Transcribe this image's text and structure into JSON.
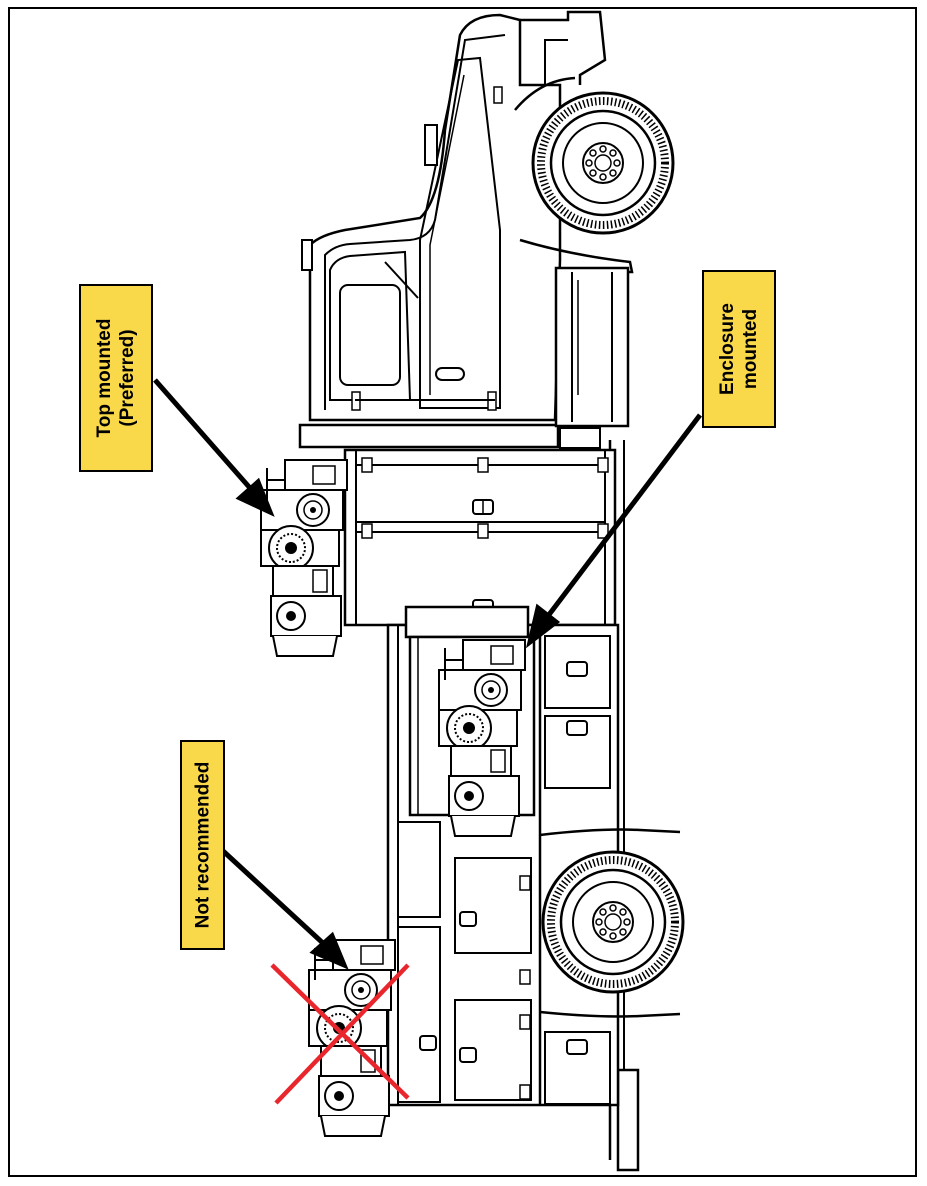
{
  "callouts": {
    "top_mounted": {
      "line1": "Top mounted",
      "line2": "(Preferred)"
    },
    "enclosure_mounted": {
      "line1": "Enclosure",
      "line2": "mounted"
    },
    "not_recommended": {
      "line1": "Not recommended"
    }
  },
  "colors": {
    "callout_fill": "#f9d84a",
    "reject_mark": "#e8262c",
    "line": "#000000"
  },
  "icons": [
    "engine-pump-icon",
    "reject-x-icon",
    "truck-illustration"
  ]
}
